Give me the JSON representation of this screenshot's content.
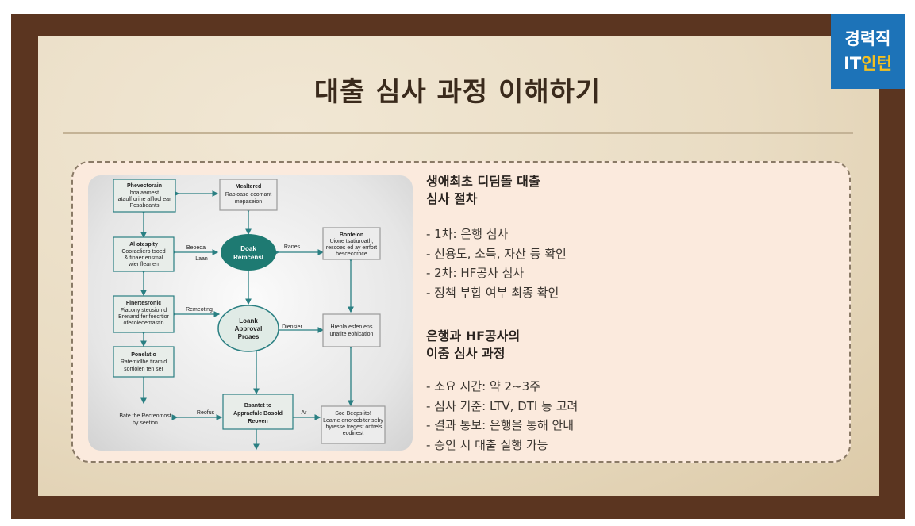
{
  "slide": {
    "title": "대출 심사 과정 이해하기",
    "badge": {
      "line1": "경력직",
      "line2_prefix": "IT",
      "line2_suffix": "인턴"
    }
  },
  "diagram": {
    "boxes": [
      {
        "id": "b1",
        "lines": [
          "Phevectorain",
          "hoaiaamest",
          "atauff orine alflocl ear",
          "Posabeants"
        ]
      },
      {
        "id": "b2",
        "lines": [
          "Mealtered",
          "Raoloase ecomant",
          "mepaseion"
        ]
      },
      {
        "id": "b3",
        "lines": [
          "Al otespity",
          "Cooraelierb tsoed",
          "& finaer ensmal",
          "wier fleanen"
        ]
      },
      {
        "id": "b4",
        "lines": [
          "Bontelon",
          "Uione tsatiuroath,",
          "rescoes ed ay errfort",
          "hescecoroce"
        ]
      },
      {
        "id": "b5",
        "lines": [
          "Finertesronic",
          "Fiacony steosion d",
          "Brenand fer foecrtior",
          "ofecoleoemastin"
        ]
      },
      {
        "id": "b6",
        "lines": [
          "Hrenla esfen ens",
          "unatite eohication"
        ]
      },
      {
        "id": "b7",
        "lines": [
          "Ponelat o",
          "Ratemidlbe tiramid",
          "sortiolen ten ser"
        ]
      },
      {
        "id": "b8",
        "lines": [
          "Bsantet to",
          "Appraefale Bosold",
          "Reoven"
        ]
      },
      {
        "id": "b9",
        "lines": [
          "Soe Beeps ito!",
          "Leame errorcebiter seby",
          "Ihyresse tregest ontrels",
          "eodinest"
        ]
      }
    ],
    "ovals": [
      {
        "id": "o1",
        "lines": [
          "Doak",
          "Remcensl"
        ]
      },
      {
        "id": "o2",
        "lines": [
          "Loank",
          "Approval",
          "Proaes"
        ]
      }
    ],
    "labels": {
      "l1": "Beoeda",
      "l2": "Laan",
      "l3": "Ranes",
      "l4": "Remeoting",
      "l5": "Diensier",
      "l6": "Reofus",
      "l7": "Ar",
      "l8a": "Bate the Recteomost",
      "l8b": "by seetion"
    }
  },
  "content": {
    "section1": {
      "heading_line1": "생애최초 디딤돌 대출",
      "heading_line2": "심사 절차",
      "items": [
        "- 1차: 은행 심사",
        "- 신용도, 소득, 자산 등 확인",
        "- 2차: HF공사 심사",
        "- 정책 부합 여부 최종 확인"
      ]
    },
    "section2": {
      "heading_line1": "은행과 HF공사의",
      "heading_line2": "이중 심사 과정",
      "items": [
        "- 소요 시간: 약 2~3주",
        "- 심사 기준: LTV, DTI 등 고려",
        "- 결과 통보: 은행을 통해 안내",
        "- 승인 시 대출 실행 가능"
      ]
    }
  },
  "colors": {
    "frame": "#5b3520",
    "accent_teal": "#1e7a72",
    "badge_bg": "#1d73b8",
    "badge_highlight": "#f4c020"
  }
}
